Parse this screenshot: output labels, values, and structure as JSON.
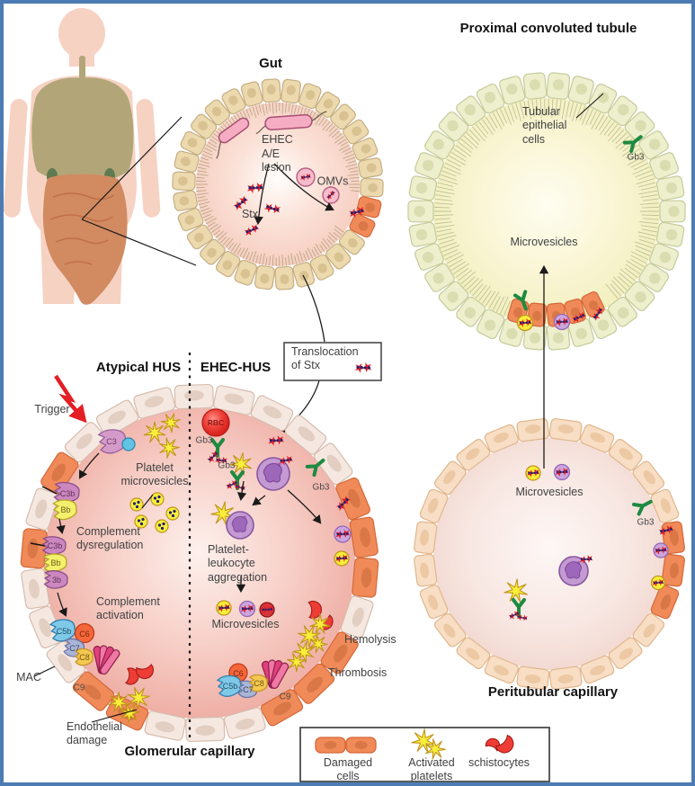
{
  "gut": {
    "title": "Gut",
    "ehec": "EHEC",
    "ae_lesion": "A/E lesion",
    "omvs": "OMVs",
    "stx": "Stx"
  },
  "proximal_tubule": {
    "title": "Proximal convoluted tubule",
    "tubular_cells": "Tubular\nepithelial cells",
    "gb3": "Gb3",
    "microvesicles": "Microvesicles"
  },
  "translocation_box": {
    "label": "Translocation\nof Stx"
  },
  "glomerular": {
    "title": "Glomerular capillary",
    "atypical_title": "Atypical HUS",
    "ehec_title": "EHEC-HUS",
    "trigger": "Trigger",
    "c3": "C3",
    "c3b": "C3b",
    "bb": "Bb",
    "b3": "3b",
    "platelet_microvesicles": "Platelet\nmicrovesicles",
    "complement_dysregulation": "Complement\ndysregulation",
    "complement_activation": "Complement\nactivation",
    "mac": "MAC",
    "c5b": "C5b",
    "c6": "C6",
    "c7": "C7",
    "c8": "C8",
    "c9": "C9",
    "endothelial_damage": "Endothelial damage",
    "rbc": "RBC",
    "gb3": "Gb3",
    "aggregation": "Platelet-leukocyte\naggregation",
    "microvesicles": "Microvesicles",
    "hemolysis": "Hemolysis",
    "thrombosis": "Thrombosis"
  },
  "peritubular": {
    "title": "Peritubular capillary",
    "microvesicles": "Microvesicles",
    "gb3": "Gb3"
  },
  "legend": {
    "damaged_cells": "Damaged cells",
    "activated_platelets": "Activated\nplatelets",
    "schistocytes": "schistocytes"
  },
  "colors": {
    "damaged_cell": "#f08a58",
    "damaged_stroke": "#d4693a",
    "damaged_nucleus": "#d97747",
    "platelet": "#f8ee3b",
    "platelet_stroke": "#c0951b",
    "schistocyte": "#ee3d35",
    "gb3_receptor": "#1e8a41",
    "stx_toxin": "#e31e24",
    "stx_dots": "#232072",
    "leukocyte": "#c39ad2",
    "rbc": "#e62e28",
    "frame_border": "#4d7cb5"
  }
}
